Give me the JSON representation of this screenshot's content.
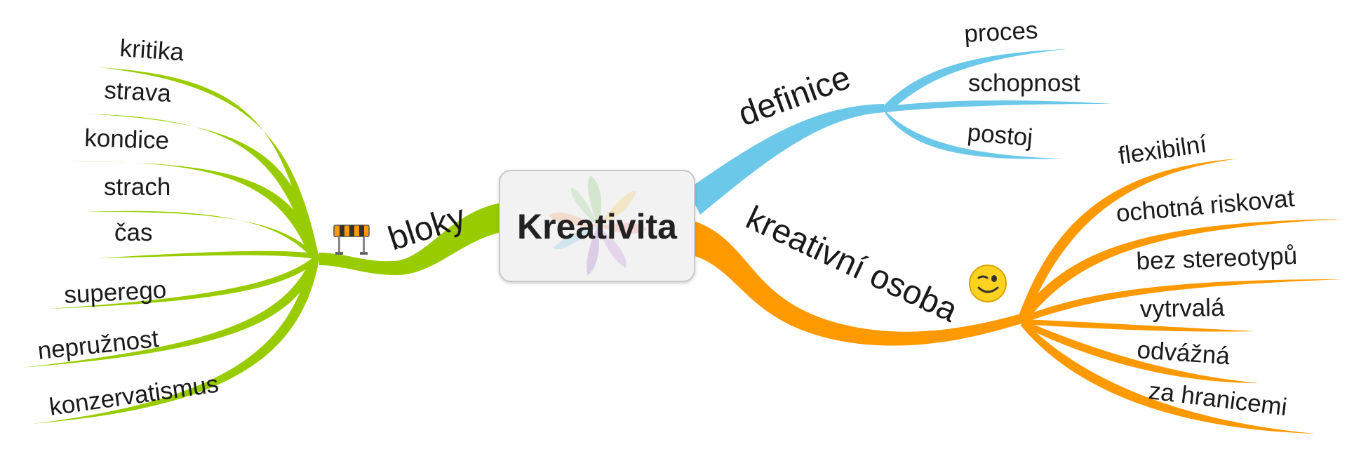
{
  "center": {
    "label": "Kreativita"
  },
  "colors": {
    "green": "#99cc00",
    "blue": "#6cc8e8",
    "orange": "#ff9900",
    "center_fill": "#f2f2f2",
    "center_border": "#c8c8c8"
  },
  "branches": {
    "bloky": {
      "label": "bloky",
      "icon": "roadblock-icon",
      "items": [
        "kritika",
        "strava",
        "kondice",
        "strach",
        "čas",
        "superego",
        "nepružnost",
        "konzervatismus"
      ]
    },
    "definice": {
      "label": "definice",
      "items": [
        "proces",
        "schopnost",
        "postoj"
      ]
    },
    "osoba": {
      "label": "kreativní osoba",
      "icon": "wink-emoji-icon",
      "items": [
        "flexibilní",
        "ochotná riskovat",
        "bez stereotypů",
        "vytrvalá",
        "odvážná",
        "za hranicemi"
      ]
    }
  }
}
